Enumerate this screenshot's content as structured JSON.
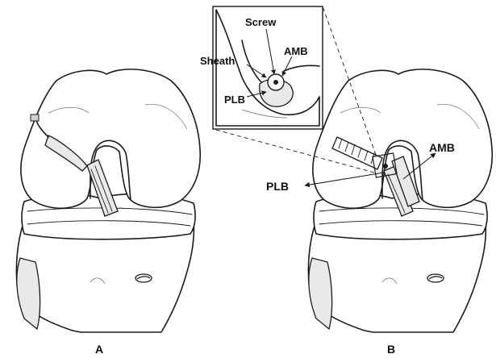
{
  "figure": {
    "panel_a_label": "A",
    "panel_b_label": "B",
    "inset": {
      "screw_label": "Screw",
      "sheath_label": "Sheath",
      "amb_label": "AMB",
      "plb_label": "PLB"
    },
    "panel_b": {
      "amb_label": "AMB",
      "plb_label": "PLB"
    }
  }
}
